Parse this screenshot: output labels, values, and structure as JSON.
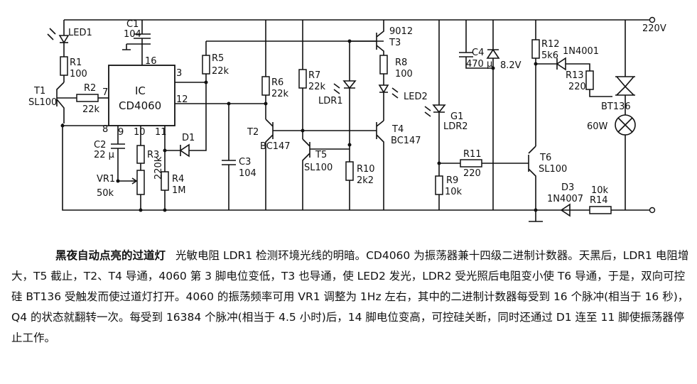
{
  "labels": {
    "led1": "LED1",
    "r1": "R1",
    "r1v": "100",
    "t1": "T1",
    "sl100_t1": "SL100",
    "r2": "R2",
    "r2v": "22k",
    "c1": "C1",
    "c1v": "104",
    "ic": "IC",
    "icname": "CD4060",
    "p16": "16",
    "p3": "3",
    "p12": "12",
    "p7": "7",
    "p8": "8",
    "p9": "9",
    "p10": "10",
    "p11": "11",
    "c2": "C2",
    "c2v": "22 μ",
    "r3": "R3",
    "r3v": "220k",
    "r4": "R4",
    "r4v": "1M",
    "vr1": "VR1",
    "vr1v": "50k",
    "d1": "D1",
    "r5": "R5",
    "r5v": "22k",
    "c3": "C3",
    "c3v": "104",
    "r6": "R6",
    "r6v": "22k",
    "t2": "T2",
    "bc147_t2": "BC147",
    "r7": "R7",
    "r7v": "22k",
    "ldr1": "LDR1",
    "t5": "T5",
    "sl100_t5": "SL100",
    "r10": "R10",
    "r10v": "2k2",
    "t3_part": "9012",
    "t3": "T3",
    "r8": "R8",
    "r8v": "100",
    "led2": "LED2",
    "t4": "T4",
    "bc147_t4": "BC147",
    "c4": "C4",
    "c4v": "470 μ",
    "z": "8.2V",
    "g1": "G1",
    "ldr2": "LDR2",
    "r9": "R9",
    "r9v": "10k",
    "r11": "R11",
    "r11v": "220",
    "t6": "T6",
    "sl100_t6": "SL100",
    "r12": "R12",
    "r12v": "5k6",
    "d_1n4001": "1N4001",
    "r13": "R13",
    "r13v": "220",
    "bt136": "BT136",
    "lamp": "60W",
    "v220": "220V",
    "d3": "D3",
    "d_1n4007": "1N4007",
    "r14v": "10k",
    "r14": "R14"
  },
  "caption": {
    "title": "黑夜自动点亮的过道灯",
    "body": "光敏电阻 LDR1 检测环境光线的明暗。CD4060 为振荡器兼十四级二进制计数器。天黑后，LDR1 电阻增大，T5 截止，T2、T4 导通，4060 第 3 脚电位变低，T3 也导通，使 LED2 发光，LDR2 受光照后电阻变小使 T6 导通，于是，双向可控硅 BT136 受触发而使过道灯打开。4060 的振荡频率可用 VR1 调整为 1Hz 左右，其中的二进制计数器每受到 16 个脉冲(相当于 16 秒)，Q4 的状态就翻转一次。每受到 16384 个脉冲(相当于 4.5 小时)后，14 脚电位变高，可控硅关断，同时还通过 D1 连至 11 脚使振荡器停止工作。"
  }
}
